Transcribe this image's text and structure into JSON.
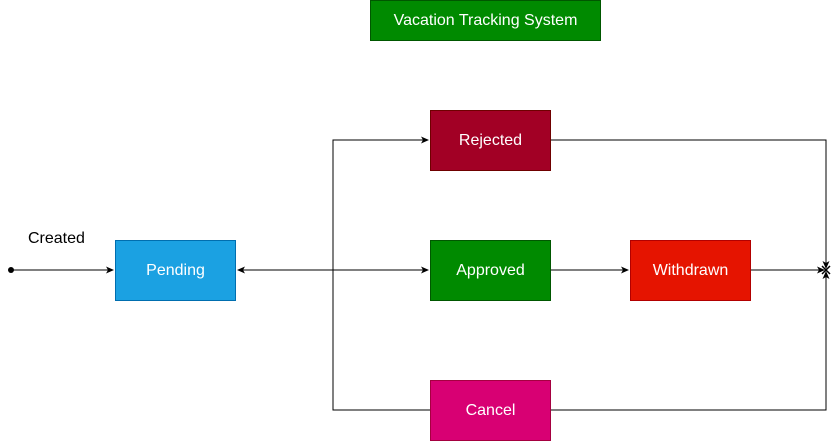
{
  "title": "Vacation Tracking System",
  "states": {
    "pending": "Pending",
    "rejected": "Rejected",
    "approved": "Approved",
    "withdrawn": "Withdrawn",
    "cancel": "Cancel"
  },
  "edges": {
    "created_label": "Created"
  },
  "colors": {
    "title_fill": "#008a00",
    "pending_fill": "#1ba1e2",
    "rejected_fill": "#a20025",
    "approved_fill": "#008a00",
    "withdrawn_fill": "#e51400",
    "cancel_fill": "#d80073",
    "line": "#000000"
  }
}
